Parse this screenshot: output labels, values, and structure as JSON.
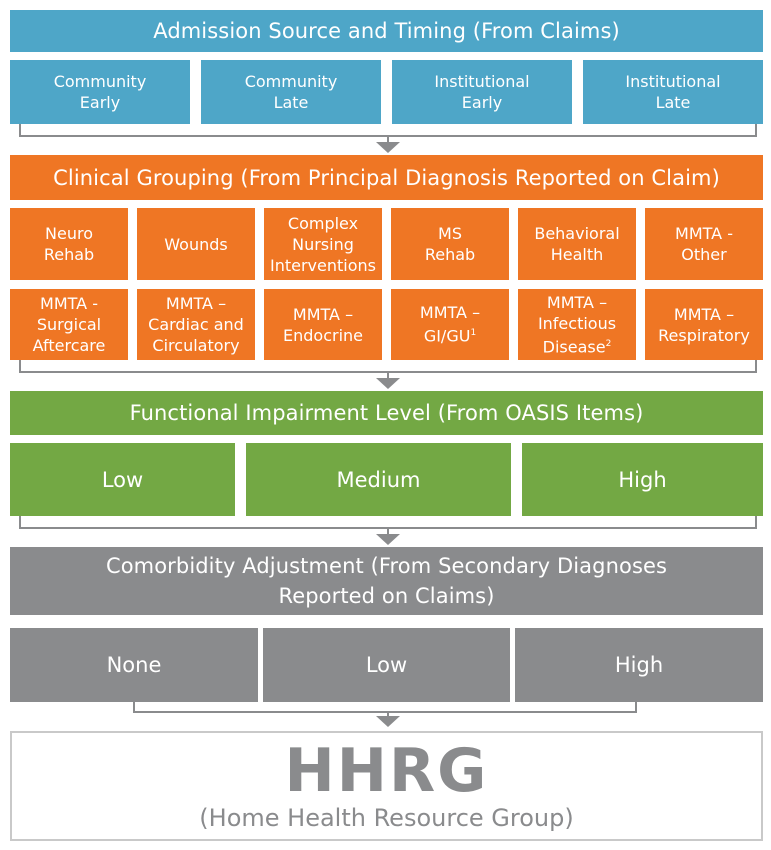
{
  "admission": {
    "title": "Admission Source and Timing (From Claims)",
    "items": [
      "Community\nEarly",
      "Community\nLate",
      "Institutional\nEarly",
      "Institutional\nLate"
    ]
  },
  "clinical": {
    "title": "Clinical Grouping (From Principal Diagnosis Reported on Claim)",
    "row1": [
      "Neuro\nRehab",
      "Wounds",
      "Complex\nNursing\nInterventions",
      "MS\nRehab",
      "Behavioral\nHealth",
      "MMTA -\nOther"
    ],
    "row2": [
      "MMTA -\nSurgical\nAftercare",
      "MMTA –\nCardiac and\nCirculatory",
      "MMTA –\nEndocrine",
      "MMTA –\nGI/GU",
      "MMTA –\nInfectious\nDisease",
      "MMTA –\nRespiratory"
    ],
    "footnotes": {
      "gi_gu": "1",
      "infectious": "2"
    }
  },
  "functional": {
    "title": "Functional Impairment Level (From OASIS Items)",
    "items": [
      "Low",
      "Medium",
      "High"
    ]
  },
  "comorbidity": {
    "title": "Comorbidity Adjustment (From Secondary Diagnoses\nReported on Claims)",
    "items": [
      "None",
      "Low",
      "High"
    ]
  },
  "result": {
    "acronym": "HHRG",
    "full": "(Home Health Resource Group)"
  },
  "colors": {
    "blue": "#4ea6c8",
    "orange": "#ef7624",
    "green": "#73a844",
    "gray": "#8a8b8d",
    "connector": "#8a8b8d"
  }
}
